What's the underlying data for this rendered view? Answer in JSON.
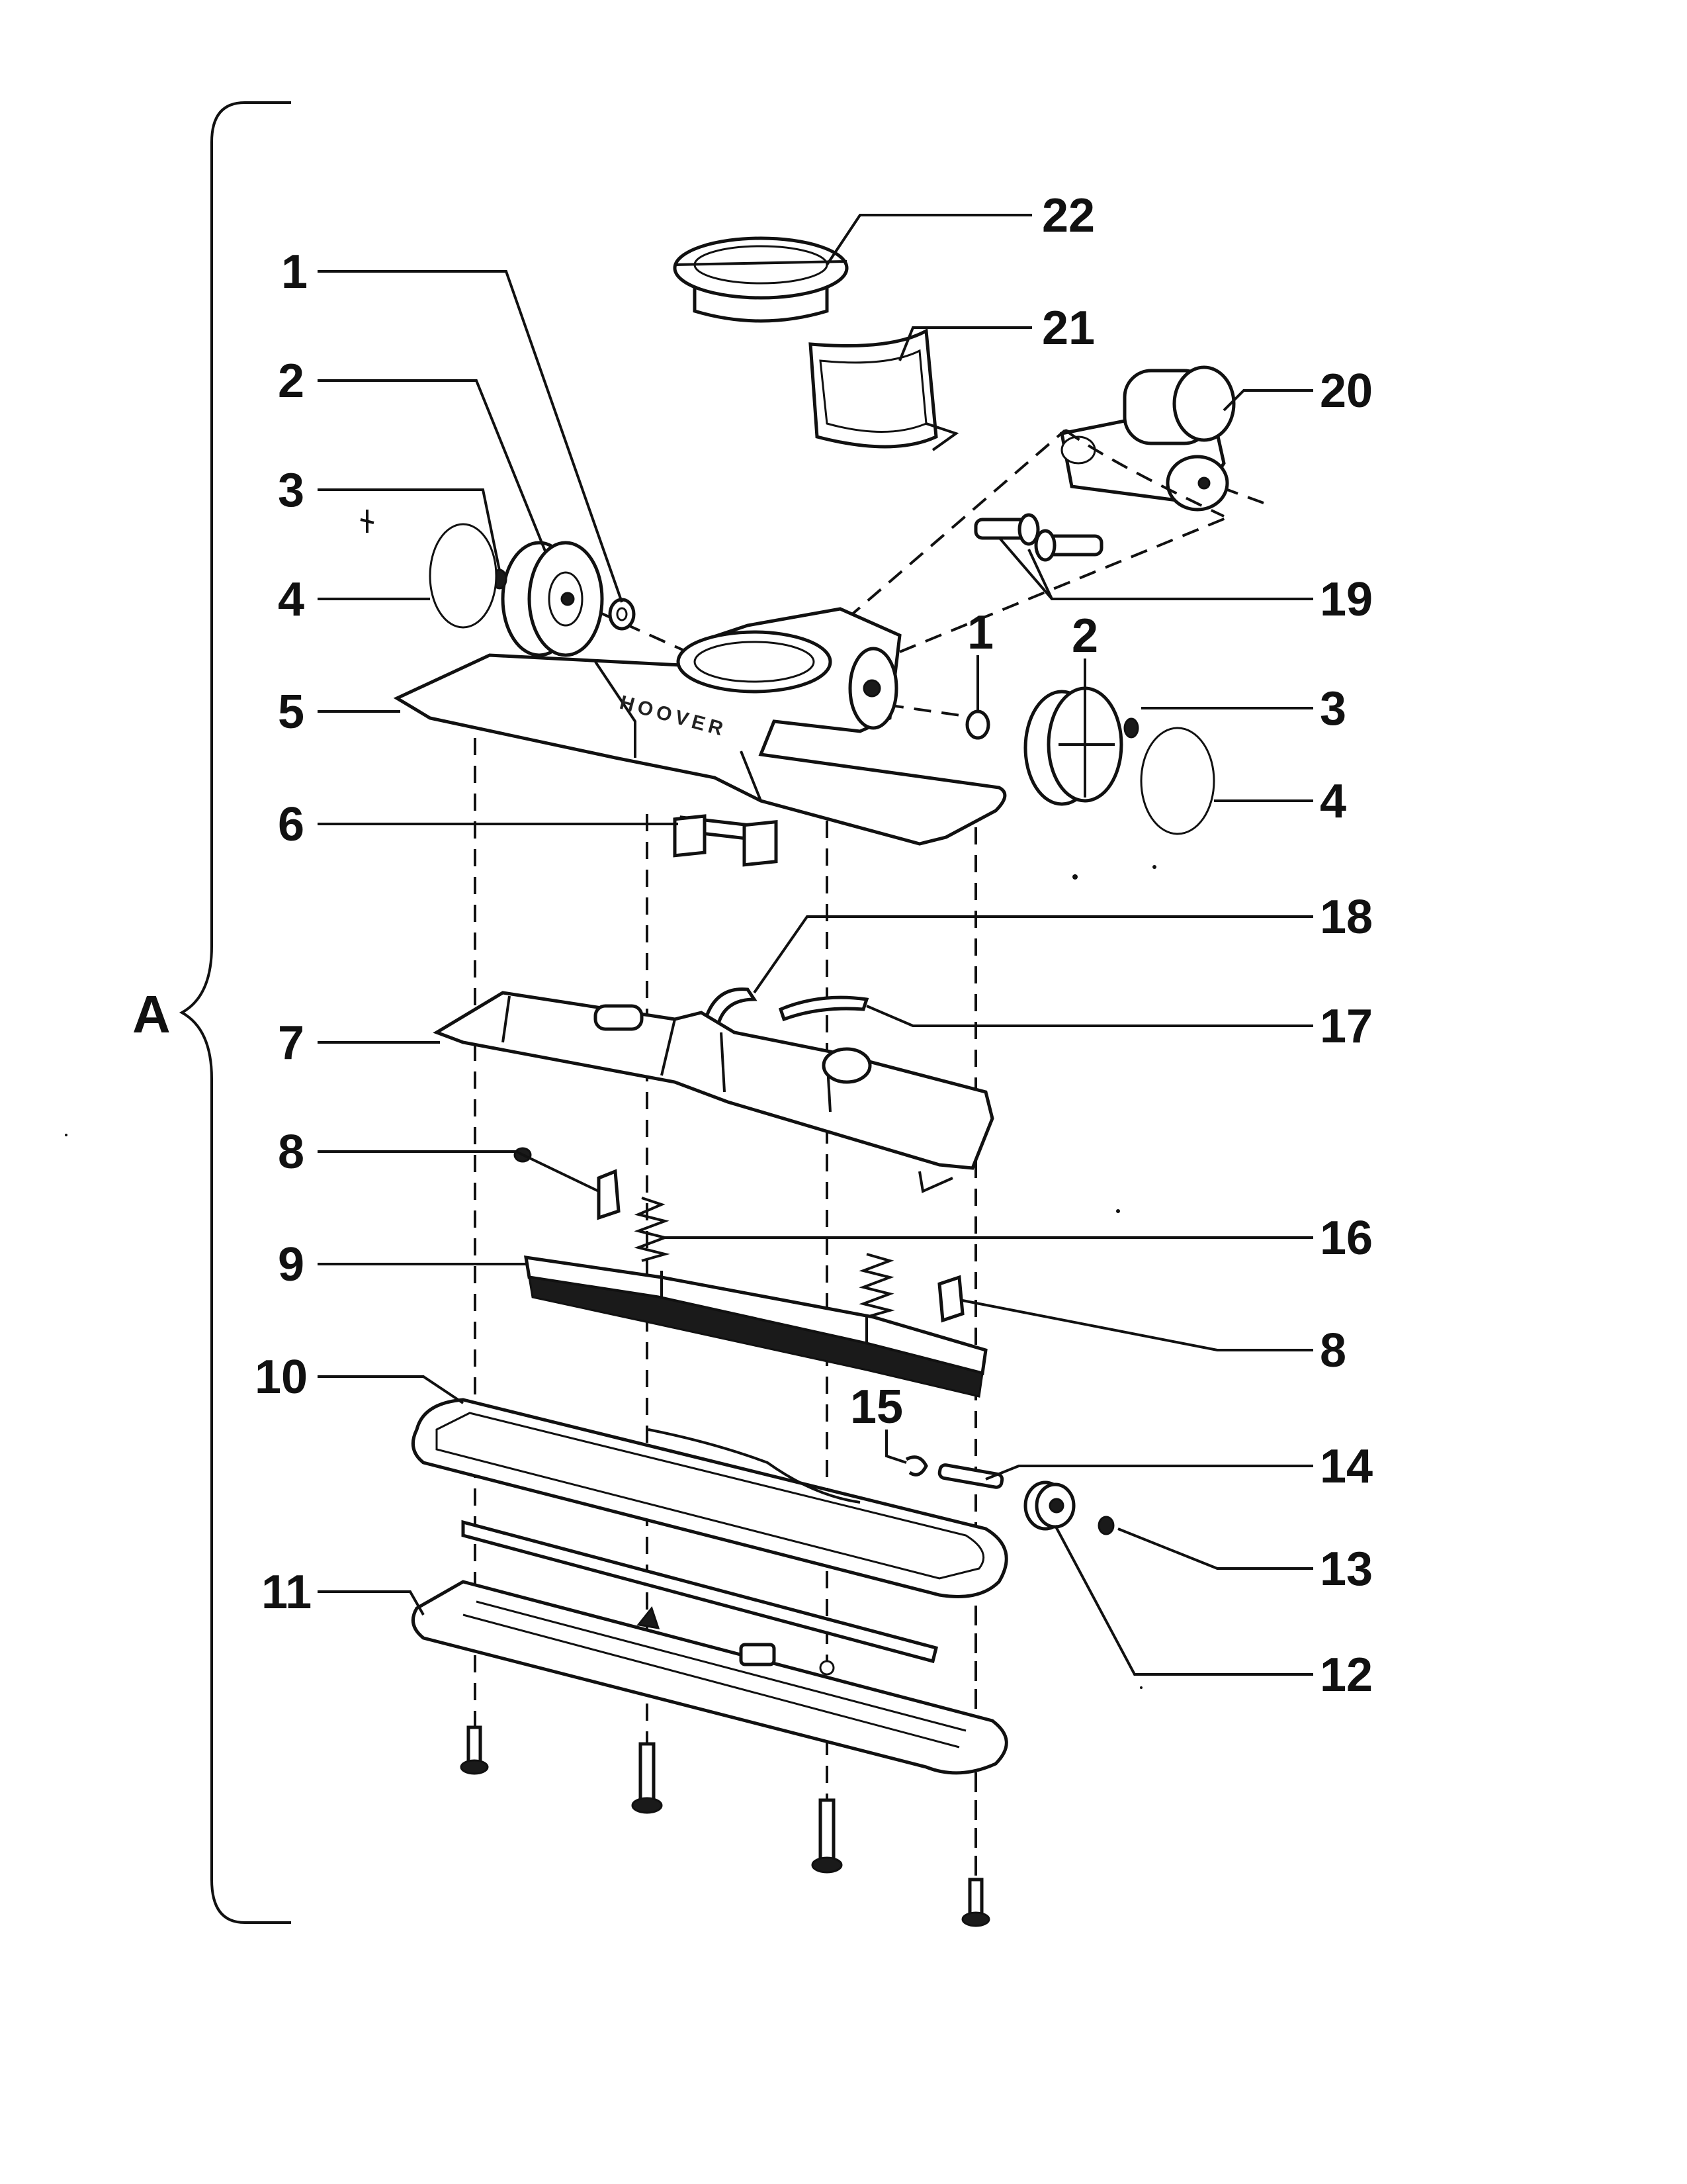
{
  "assembly_label": "A",
  "brand_text": "HOOVER",
  "callouts": {
    "c1_left": "1",
    "c2_left": "2",
    "c3_left": "3",
    "c4_left": "4",
    "c5": "5",
    "c6": "6",
    "c7": "7",
    "c8_left": "8",
    "c9": "9",
    "c10": "10",
    "c11": "11",
    "c12": "12",
    "c13": "13",
    "c14": "14",
    "c15": "15",
    "c16": "16",
    "c8_right": "8",
    "c17": "17",
    "c18": "18",
    "c4_right": "4",
    "c3_right": "3",
    "c2_right": "2",
    "c1_right": "1",
    "c19": "19",
    "c20": "20",
    "c21": "21",
    "c22": "22"
  },
  "colors": {
    "ink": "#111111",
    "paper": "#ffffff"
  }
}
